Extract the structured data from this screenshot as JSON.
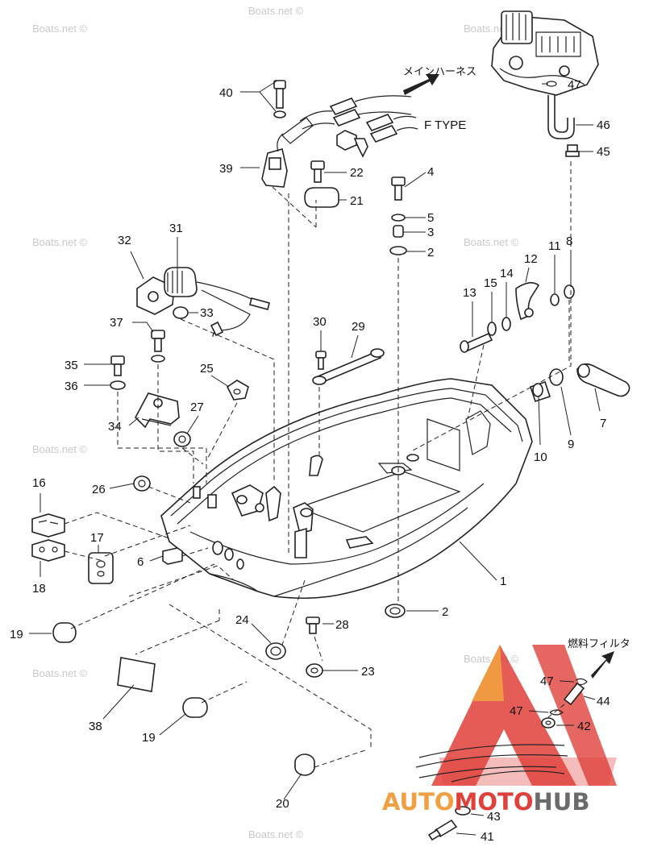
{
  "watermark": "Boats.net ©",
  "notes": {
    "main_harness": "メインハーネス",
    "f_type": "F TYPE",
    "fuel_filter": "燃料フィルタ"
  },
  "brand": {
    "part1": "AUTO",
    "part2": "MOTO",
    "part3": "HUB",
    "color_red": "#e0403a",
    "color_orange": "#f0a040",
    "color_gray": "#6b6b6b"
  },
  "callouts": [
    "40",
    "47",
    "46",
    "45",
    "39",
    "22",
    "21",
    "4",
    "5",
    "3",
    "2",
    "31",
    "32",
    "33",
    "13",
    "15",
    "14",
    "12",
    "11",
    "8",
    "37",
    "30",
    "29",
    "35",
    "36",
    "25",
    "27",
    "34",
    "7",
    "9",
    "10",
    "26",
    "16",
    "17",
    "6",
    "18",
    "1",
    "19",
    "2",
    "24",
    "28",
    "23",
    "38",
    "19",
    "47",
    "44",
    "47",
    "42",
    "20",
    "43",
    "41"
  ]
}
